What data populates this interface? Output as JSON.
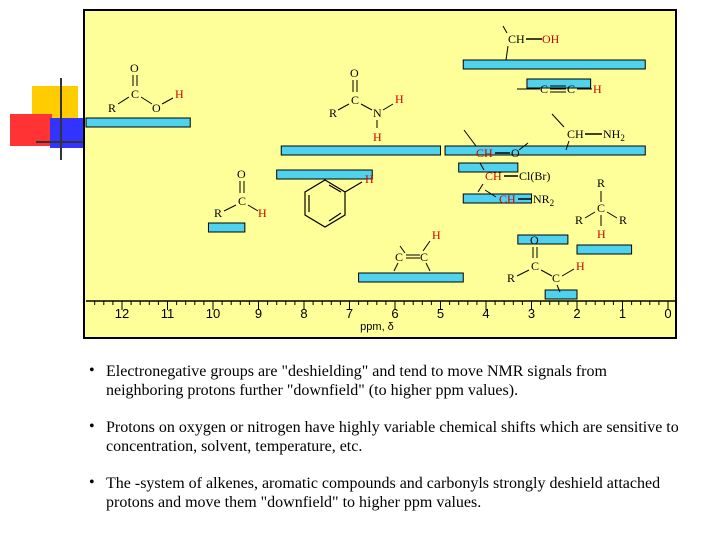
{
  "colors": {
    "chart_bg": "#ffff99",
    "range_bar": "#4fd2ee",
    "bar_border": "#000000",
    "heteroatom_h": "#cc0000",
    "deco_yellow": "#ffcc00",
    "deco_red": "#ff3333",
    "deco_blue": "#3333ff"
  },
  "chart_data": {
    "type": "range-bar",
    "x_axis": {
      "label": "ppm, δ",
      "ticks": [
        "12",
        "11",
        "10",
        "9",
        "8",
        "7",
        "6",
        "5",
        "4",
        "3",
        "2",
        "1",
        "0"
      ],
      "range": [
        12.9,
        0
      ],
      "reversed": true
    },
    "ranges": [
      {
        "group": "CH—OH",
        "from": 4.5,
        "to": 0.5
      },
      {
        "group": "C≡C—H",
        "from": 3.1,
        "to": 1.7
      },
      {
        "group": "R—C(=O)—O—H",
        "from": 13.0,
        "to": 10.5
      },
      {
        "group": "R—C(=O)—N—H",
        "from": 8.5,
        "to": 5.0
      },
      {
        "group": "CH—NH2",
        "from": 4.9,
        "to": 0.5
      },
      {
        "group": "CH—O",
        "from": 4.6,
        "to": 3.3
      },
      {
        "group": "aromatic H",
        "from": 8.6,
        "to": 6.5
      },
      {
        "group": "CH—Cl(Br)",
        "from": 4.5,
        "to": 3.0
      },
      {
        "group": "R—C(=O)—H",
        "from": 10.1,
        "to": 9.3
      },
      {
        "group": "CH—NR2",
        "from": 3.3,
        "to": 2.2
      },
      {
        "group": "R3C—H",
        "from": 2.0,
        "to": 0.8
      },
      {
        "group": "C=C—H",
        "from": 6.8,
        "to": 4.5
      },
      {
        "group": "R—C(=O)—C—H",
        "from": 2.7,
        "to": 2.0
      }
    ]
  },
  "labels": {
    "ch_oh": {
      "ch": "CH",
      "oh": "OH"
    },
    "alkyne": {
      "c1": "C",
      "c2": "C",
      "h": "H"
    },
    "acid": {
      "o": "O",
      "c": "C",
      "r": "R",
      "o2": "O",
      "h": "H"
    },
    "amide": {
      "o": "O",
      "c": "C",
      "r": "R",
      "n": "N",
      "h1": "H",
      "h2": "H"
    },
    "amine": {
      "ch": "CH",
      "nh": "NH",
      "sub": "2"
    },
    "ether": {
      "ch": "CH",
      "o": "O"
    },
    "aromatic": {
      "h": "H"
    },
    "halide": {
      "ch": "CH",
      "x": "Cl(Br)"
    },
    "aldehyde": {
      "o": "O",
      "c": "C",
      "r": "R",
      "h": "H"
    },
    "tert_amine": {
      "ch": "CH",
      "nr": "NR",
      "sub": "2"
    },
    "alkane": {
      "r1": "R",
      "c": "C",
      "r2": "R",
      "r3": "R",
      "h": "H"
    },
    "alkene": {
      "h": "H",
      "c1": "C",
      "c2": "C"
    },
    "ketone": {
      "o": "O",
      "c": "C",
      "r": "R",
      "c2": "C",
      "h": "H"
    }
  },
  "bullets": [
    "Electronegative groups are \"deshielding\" and tend to move NMR signals from neighboring protons further \"downfield\" (to higher ppm values).",
    "Protons on oxygen or nitrogen have highly variable chemical shifts which are sensitive to concentration, solvent, temperature, etc.",
    "The  -system of alkenes, aromatic compounds and carbonyls strongly deshield attached protons and move them \"downfield\" to higher ppm values."
  ],
  "bullet_symbol": "•"
}
